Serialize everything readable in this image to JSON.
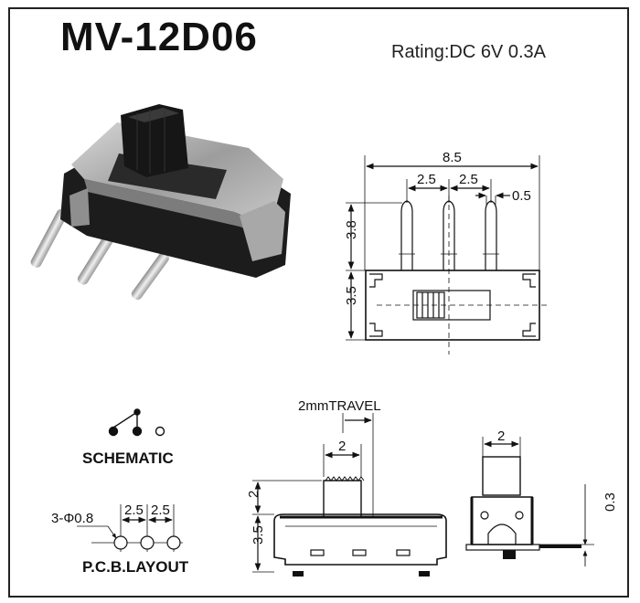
{
  "header": {
    "model": "MV-12D06",
    "rating": "Rating:DC 6V 0.3A"
  },
  "top_drawing": {
    "overall_width": "8.5",
    "pitch_left": "2.5",
    "pitch_right": "2.5",
    "pin_width": "0.5",
    "pin_height": "3.8",
    "body_height": "3.5"
  },
  "schematic": {
    "label": "SCHEMATIC"
  },
  "pcb_layout": {
    "label": "P.C.B.LAYOUT",
    "hole_spec": "3-Φ0.8",
    "pitch_left": "2.5",
    "pitch_right": "2.5"
  },
  "side_drawing": {
    "travel_label": "2mmTRAVEL",
    "actuator_width": "2",
    "actuator_height": "2",
    "body_height": "3.5"
  },
  "end_drawing": {
    "actuator_width": "2",
    "plate_thickness": "0.3"
  },
  "colors": {
    "line": "#111111",
    "body_dark": "#1a1a1a",
    "body_metal": "#b9b9b9",
    "pin": "#d4d4d4"
  }
}
